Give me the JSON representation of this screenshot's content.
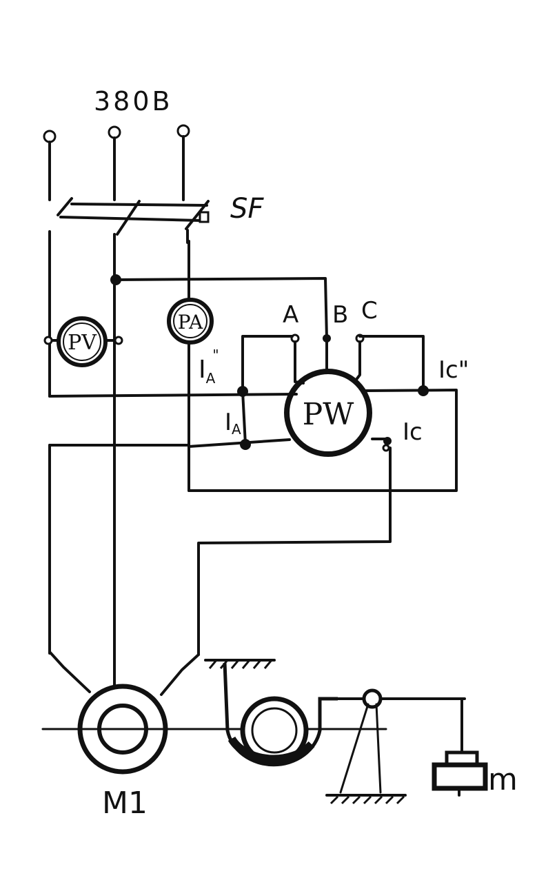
{
  "supply": {
    "voltage_label": "380B"
  },
  "breaker": {
    "label": "SF"
  },
  "meters": {
    "voltmeter": "PV",
    "ammeter": "PA",
    "wattmeter": "PW"
  },
  "wattmeter_terminals": {
    "a": "A",
    "b": "B",
    "c": "C"
  },
  "currents": {
    "ia_prime": "I",
    "ia_prime_sub": "A",
    "ia_prime_sup": "\"",
    "ia": "I",
    "ia_sub": "A",
    "ic_prime": "Ic\"",
    "ic": "Ic"
  },
  "motor": {
    "label": "M1"
  },
  "load": {
    "label": "m"
  }
}
